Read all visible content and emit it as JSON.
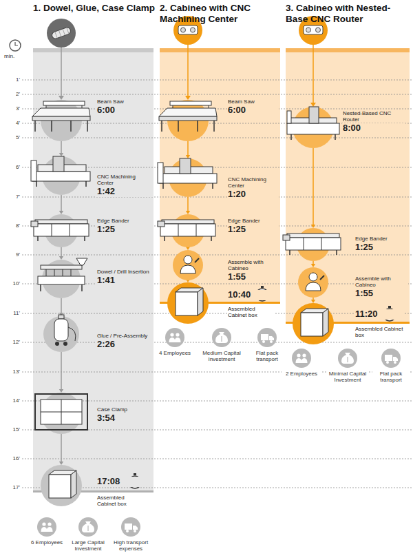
{
  "diagram": {
    "nodes": [
      {
        "text": [
          "1. Dowel, Glue, Case Clamp"
        ]
      },
      {
        "text": [
          "Beam Saw",
          "6:00"
        ],
        "in": 0
      },
      {
        "text": [
          "CNC Machining Center",
          "1:42"
        ],
        "in": 0
      },
      {
        "text": [
          "Edge Bander",
          "1:25"
        ],
        "in": 0
      },
      {
        "text": [
          "Dowel / Drill Insertion",
          "1:41"
        ],
        "in": 0
      },
      {
        "text": [
          "Glue / Pre-Assembly",
          "2:26"
        ],
        "in": 0
      },
      {
        "text": [
          "Case Clamp",
          "3:54"
        ],
        "in": 0
      },
      {
        "text": [
          "17:08",
          "Assembled Cabinet box"
        ],
        "in": 0
      },
      {
        "text": [
          "2. Cabineo with CNC Machining Center"
        ]
      },
      {
        "text": [
          "Beam Saw",
          "6:00"
        ],
        "in": 8
      },
      {
        "text": [
          "CNC Machining Center",
          "1:20"
        ],
        "in": 8
      },
      {
        "text": [
          "Edge Bander",
          "1:25"
        ],
        "in": 8
      },
      {
        "text": [
          "Assemble with Cabineo",
          "1:55"
        ],
        "in": 8
      },
      {
        "text": [
          "10:40",
          "Assembled Cabinet box"
        ],
        "in": 8
      },
      {
        "text": [
          "3. Cabineo with Nested-Base CNC Router"
        ]
      },
      {
        "text": [
          "Nested-Based CNC Router",
          "8:00"
        ],
        "in": 14
      },
      {
        "text": [
          "Edge Bander",
          "1:25"
        ],
        "in": 14
      },
      {
        "text": [
          "Assemble with Cabineo",
          "1:55"
        ],
        "in": 14
      },
      {
        "text": [
          "11:20",
          "Assembled Cabinet box"
        ],
        "in": 14
      }
    ],
    "edges": [
      {
        "from": 1,
        "to": 2,
        "arrow": "to"
      },
      {
        "from": 2,
        "to": 3,
        "arrow": "to"
      },
      {
        "from": 3,
        "to": 4,
        "arrow": "to"
      },
      {
        "from": 4,
        "to": 5,
        "arrow": "to"
      },
      {
        "from": 5,
        "to": 6,
        "arrow": "to"
      },
      {
        "from": 6,
        "to": 7,
        "arrow": "to"
      },
      {
        "from": 9,
        "to": 10,
        "arrow": "to"
      },
      {
        "from": 10,
        "to": 11,
        "arrow": "to"
      },
      {
        "from": 11,
        "to": 12,
        "arrow": "to"
      },
      {
        "from": 12,
        "to": 13,
        "arrow": "to"
      },
      {
        "from": 15,
        "to": 16,
        "arrow": "to"
      },
      {
        "from": 16,
        "to": 17,
        "arrow": "to"
      },
      {
        "from": 17,
        "to": 18,
        "arrow": "to"
      }
    ],
    "labels": [
      "min.",
      "1'",
      "2'",
      "3'",
      "4'",
      "5'",
      "6'",
      "7'",
      "8'",
      "9'",
      "10'",
      "11'",
      "12'",
      "13'",
      "14'",
      "15'",
      "16'",
      "17'",
      "6 Employees",
      "Large Capital Investment",
      "High transport expenses",
      "4 Employees",
      "Medium Capital Investment",
      "Flat pack transport",
      "2 Employees",
      "Minimal Capital Investment",
      "Flat pack transport"
    ]
  }
}
